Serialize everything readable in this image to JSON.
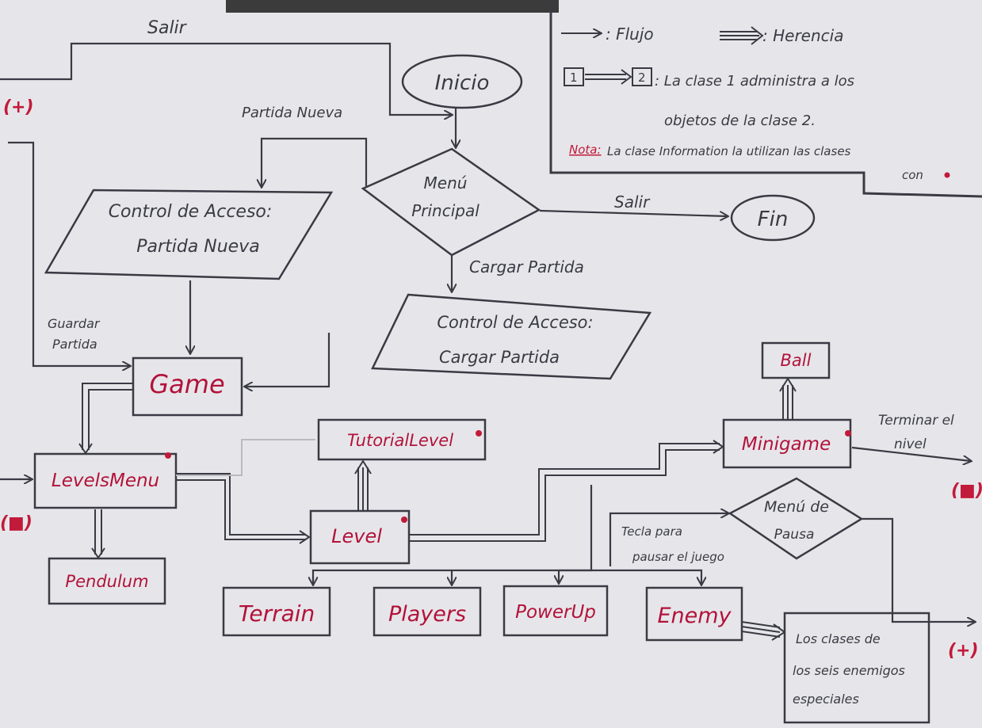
{
  "legend": {
    "flow_label": ": Flujo",
    "inheritance_label": ": Herencia",
    "box1": "1",
    "box2": "2",
    "manages_line1": ": La clase 1 administra a los",
    "manages_line2": "objetos de la clase 2.",
    "note_label": "Nota:",
    "note_line1": "La clase Information la utilizan las clases",
    "note_line2": "con"
  },
  "nodes": {
    "inicio": "Inicio",
    "fin": "Fin",
    "menu_line1": "Menú",
    "menu_line2": "Principal",
    "control_nueva_line1": "Control de Acceso:",
    "control_nueva_line2": "Partida Nueva",
    "control_cargar_line1": "Control de Acceso:",
    "control_cargar_line2": "Cargar Partida",
    "game": "Game",
    "levels_menu": "LevelsMenu",
    "pendulum": "Pendulum",
    "tutorial_level": "TutorialLevel",
    "level": "Level",
    "minigame": "Minigame",
    "ball": "Ball",
    "pausa_line1": "Menú de",
    "pausa_line2": "Pausa",
    "terrain": "Terrain",
    "players": "Players",
    "powerup": "PowerUp",
    "enemy": "Enemy",
    "enemies_line1": "Los clases de",
    "enemies_line2": "los seis enemigos",
    "enemies_line3": "especiales"
  },
  "edge_labels": {
    "salir_top": "Salir",
    "partida_nueva": "Partida Nueva",
    "salir_fin": "Salir",
    "cargar_partida": "Cargar Partida",
    "guardar_line1": "Guardar",
    "guardar_line2": "Partida",
    "terminar_line1": "Terminar el",
    "terminar_line2": "nivel",
    "tecla_line1": "Tecla para",
    "tecla_line2": "pausar el juego"
  },
  "connectors": {
    "plus_left": "(+)",
    "box_left": "(■)",
    "box_right": "(■)",
    "plus_right": "(+)"
  },
  "colors": {
    "ink": "#3a3a44",
    "class_red": "#c21a3a",
    "paper": "#e6e6ea"
  }
}
